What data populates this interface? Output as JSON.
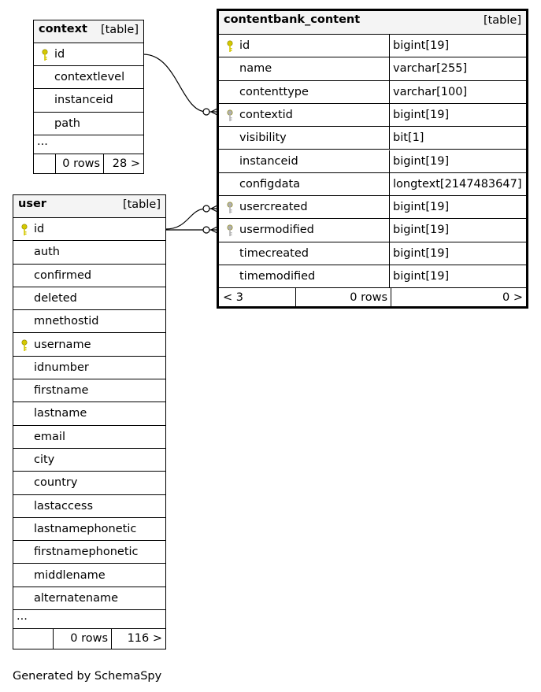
{
  "tables": {
    "context": {
      "name": "context",
      "kind": "[table]",
      "columns": [
        "id",
        "contextlevel",
        "instanceid",
        "path"
      ],
      "more": "...",
      "rows": "0 rows",
      "children": "28 >"
    },
    "user": {
      "name": "user",
      "kind": "[table]",
      "columns": [
        "id",
        "auth",
        "confirmed",
        "deleted",
        "mnethostid",
        "username",
        "idnumber",
        "firstname",
        "lastname",
        "email",
        "city",
        "country",
        "lastaccess",
        "lastnamephonetic",
        "firstnamephonetic",
        "middlename",
        "alternatename"
      ],
      "more": "...",
      "rows": "0 rows",
      "children": "116 >"
    },
    "contentbank_content": {
      "name": "contentbank_content",
      "kind": "[table]",
      "columns": [
        {
          "name": "id",
          "type": "bigint[19]"
        },
        {
          "name": "name",
          "type": "varchar[255]"
        },
        {
          "name": "contenttype",
          "type": "varchar[100]"
        },
        {
          "name": "contextid",
          "type": "bigint[19]"
        },
        {
          "name": "visibility",
          "type": "bit[1]"
        },
        {
          "name": "instanceid",
          "type": "bigint[19]"
        },
        {
          "name": "configdata",
          "type": "longtext[2147483647]"
        },
        {
          "name": "usercreated",
          "type": "bigint[19]"
        },
        {
          "name": "usermodified",
          "type": "bigint[19]"
        },
        {
          "name": "timecreated",
          "type": "bigint[19]"
        },
        {
          "name": "timemodified",
          "type": "bigint[19]"
        }
      ],
      "parents": "< 3",
      "rows": "0 rows",
      "children": "0 >"
    }
  },
  "colors": {
    "primary_key": "#d4c800",
    "foreign_key": "#b0b0b0",
    "header_bg": "#f4f4f4"
  },
  "credit": "Generated by SchemaSpy"
}
